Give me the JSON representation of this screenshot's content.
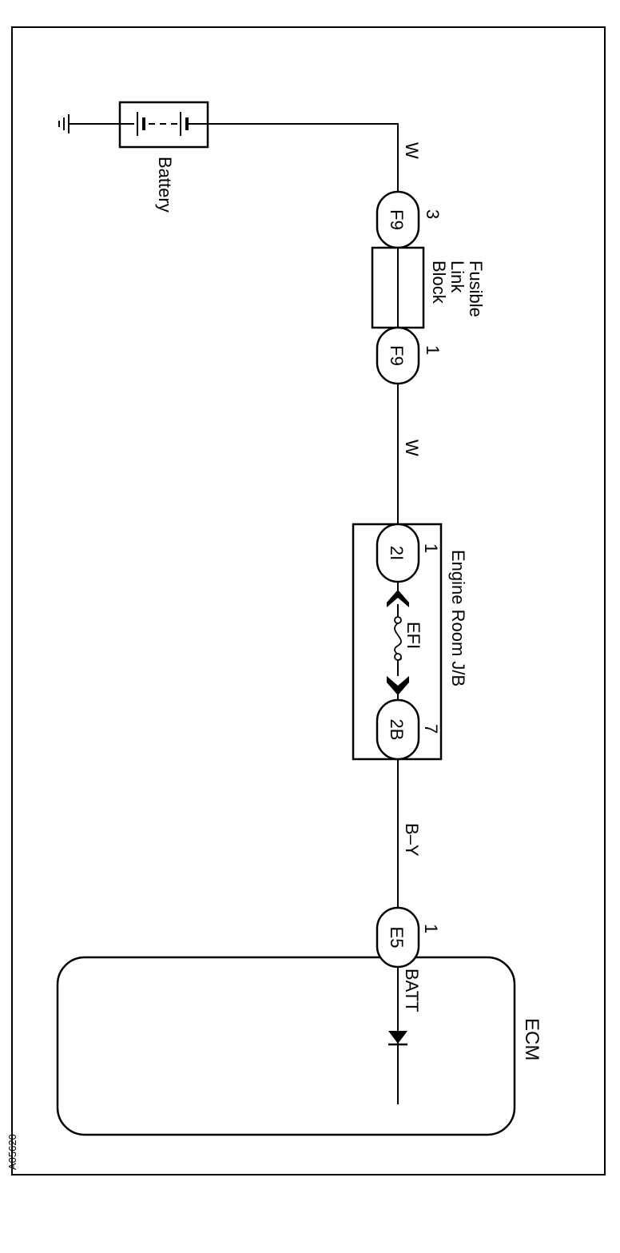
{
  "diagram": {
    "battery_label": "Battery",
    "fusible_link_block_line1": "Fusible",
    "fusible_link_block_line2": "Link",
    "fusible_link_block_line3": "Block",
    "engine_room_jb_label": "Engine Room J/B",
    "ecm_label": "ECM",
    "fuse_label": "EFI",
    "ecm_terminal_label": "BATT",
    "figure_code": "A05620",
    "wires": [
      {
        "id": "battery-to-f9",
        "color_code": "W"
      },
      {
        "id": "f9-to-2i",
        "color_code": "W"
      },
      {
        "id": "2b-to-e5",
        "color_code": "B–Y"
      }
    ],
    "connectors": [
      {
        "id": "f9-in",
        "code": "F9",
        "pin": "3"
      },
      {
        "id": "f9-out",
        "code": "F9",
        "pin": "1"
      },
      {
        "id": "2i",
        "code": "2I",
        "pin": "1"
      },
      {
        "id": "2b",
        "code": "2B",
        "pin": "7"
      },
      {
        "id": "e5",
        "code": "E5",
        "pin": "1"
      }
    ]
  }
}
